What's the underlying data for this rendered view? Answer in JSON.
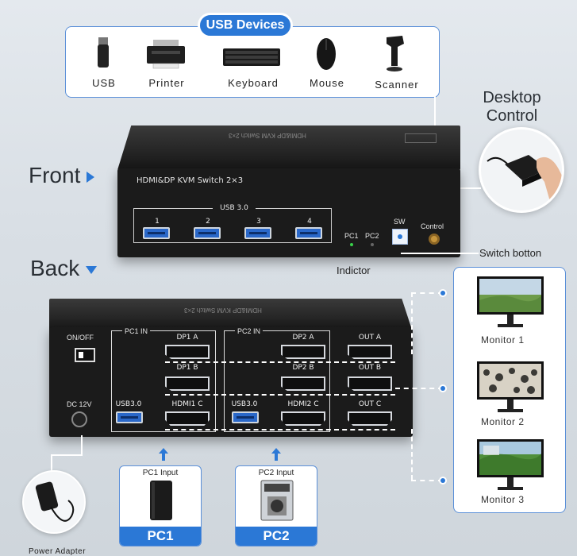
{
  "usb_devices": {
    "title": "USB Devices",
    "items": [
      {
        "label": "USB",
        "icon": "usb-stick-icon"
      },
      {
        "label": "Printer",
        "icon": "printer-icon"
      },
      {
        "label": "Keyboard",
        "icon": "keyboard-icon"
      },
      {
        "label": "Mouse",
        "icon": "mouse-icon"
      },
      {
        "label": "Scanner",
        "icon": "scanner-icon"
      }
    ]
  },
  "desktop_control": {
    "line1": "Desktop",
    "line2": "Control"
  },
  "front": {
    "label": "Front",
    "top_print": "HDMI&DP KVM Switch 2×3",
    "model": "HDMI&DP KVM Switch 2×3",
    "usb_group": "USB 3.0",
    "ports": [
      "1",
      "2",
      "3",
      "4"
    ],
    "pc_leds": [
      "PC1",
      "PC2"
    ],
    "sw_label": "SW",
    "control_label": "Control"
  },
  "indictor_label": "Indictor",
  "switch_button_label": "Switch botton",
  "back": {
    "label": "Back",
    "top_print": "HDMI&DP KVM Switch 2×3",
    "on_off": "ON/OFF",
    "dc": "DC 12V",
    "pc1_in": "PC1 IN",
    "pc2_in": "PC2 IN",
    "dp1a": "DP1 A",
    "dp1b": "DP1 B",
    "hdmi1c": "HDMI1 C",
    "usb3_1": "USB3.0",
    "dp2a": "DP2 A",
    "dp2b": "DP2 B",
    "hdmi2c": "HDMI2 C",
    "usb3_2": "USB3.0",
    "outa": "OUT A",
    "outb": "OUT B",
    "outc": "OUT C"
  },
  "monitors": [
    "Monitor 1",
    "Monitor 2",
    "Monitor 3"
  ],
  "pcs": [
    {
      "input": "PC1 Input",
      "name": "PC1"
    },
    {
      "input": "PC2 Input",
      "name": "PC2"
    }
  ],
  "power_adapter": "Power Adapter",
  "colors": {
    "accent": "#2b78d6",
    "device": "#1b1b1b",
    "usb_port": "#2a68c9"
  }
}
